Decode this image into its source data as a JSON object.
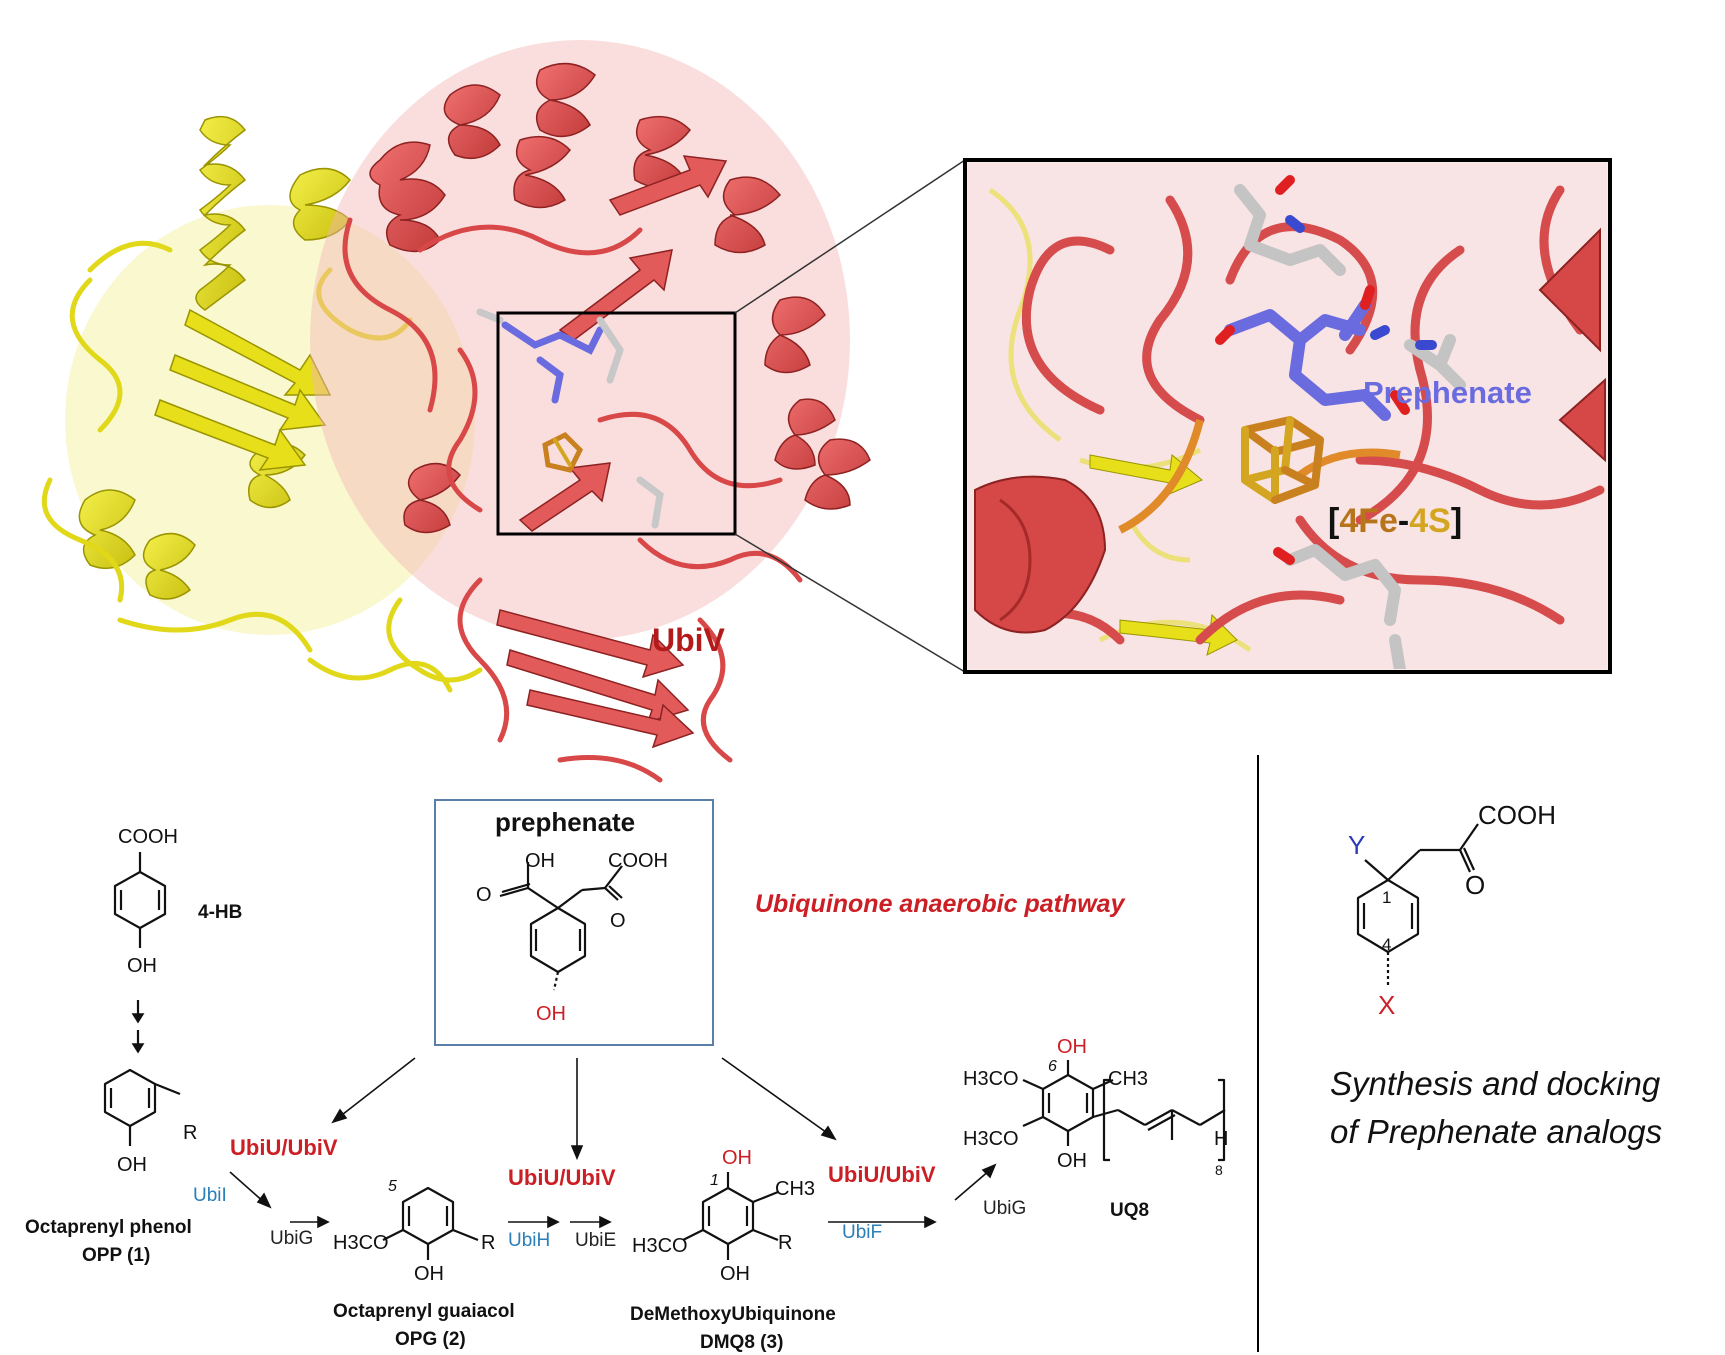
{
  "protein": {
    "label_ubiv": "UbiV",
    "inset_label_prephenate": "Prephenate",
    "inset_label_cluster_open": "[",
    "inset_label_cluster_fe": "4Fe",
    "inset_label_cluster_dash": "-",
    "inset_label_cluster_s": "4S",
    "inset_label_cluster_close": "]"
  },
  "pathway": {
    "title": "Ubiquinone anaerobic pathway",
    "prephenate_box_title": "prephenate",
    "prephenate_groups": {
      "oh": "OH",
      "cooh": "COOH",
      "o1": "O",
      "o2": "O",
      "oh_bottom": "OH"
    },
    "hb": {
      "cooh": "COOH",
      "label": "4-HB",
      "oh": "OH"
    },
    "opp": {
      "r": "R",
      "oh": "OH",
      "name": "Octaprenyl phenol",
      "abbr": "OPP (1)"
    },
    "opg": {
      "pos": "5",
      "h3co": "H3CO",
      "r": "R",
      "oh": "OH",
      "name": "Octaprenyl guaiacol",
      "abbr": "OPG (2)"
    },
    "dmq": {
      "pos": "1",
      "oh_top": "OH",
      "ch3": "CH3",
      "h3co": "H3CO",
      "r": "R",
      "oh_bottom": "OH",
      "name": "DeMethoxyUbiquinone",
      "abbr": "DMQ8 (3)"
    },
    "uq": {
      "pos": "6",
      "oh_top": "OH",
      "h3co_1": "H3CO",
      "ch3": "CH3",
      "h3co_2": "H3CO",
      "oh_bottom": "OH",
      "h": "H",
      "n": "8",
      "name": "UQ8"
    },
    "enzymes": {
      "ubiu_1": "UbiU/UbiV",
      "ubii": "UbiI",
      "ubig_1": "UbiG",
      "ubiu_2": "UbiU/UbiV",
      "ubih": "UbiH",
      "ubie": "UbiE",
      "ubiu_3": "UbiU/UbiV",
      "ubif": "UbiF",
      "ubig_2": "UbiG"
    }
  },
  "analog": {
    "cooh": "COOH",
    "o": "O",
    "y": "Y",
    "pos1": "1",
    "pos4": "4",
    "x": "X",
    "caption_line1": "Synthesis and docking",
    "caption_line2": "of  Prephenate analogs"
  },
  "colors": {
    "ubiv_red": "#e05252",
    "ubiu_yellow": "#e8e21a",
    "prephenate_blue": "#6b6be0",
    "cluster_orange": "#c9801e",
    "cluster_gold": "#d4a520",
    "enzyme_red": "#cc1f25",
    "enzyme_blue": "#2a7fb8"
  }
}
